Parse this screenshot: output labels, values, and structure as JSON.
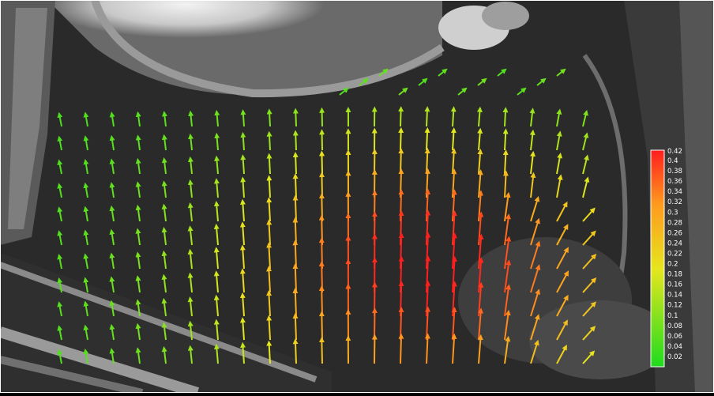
{
  "colorbar": {
    "ticks": [
      "0.42",
      "0.4",
      "0.38",
      "0.36",
      "0.34",
      "0.32",
      "0.3",
      "0.28",
      "0.26",
      "0.24",
      "0.22",
      "0.2",
      "0.18",
      "0.16",
      "0.14",
      "0.12",
      "0.1",
      "0.08",
      "0.06",
      "0.04",
      "0.02"
    ],
    "min": 0.0,
    "max": 0.42,
    "colors": {
      "low": "#1edc1e",
      "mid": "#e6e61e",
      "high": "#ff1e1e"
    }
  },
  "vector_field": {
    "description_unit": "speed",
    "columns": 21,
    "rows": 12
  }
}
